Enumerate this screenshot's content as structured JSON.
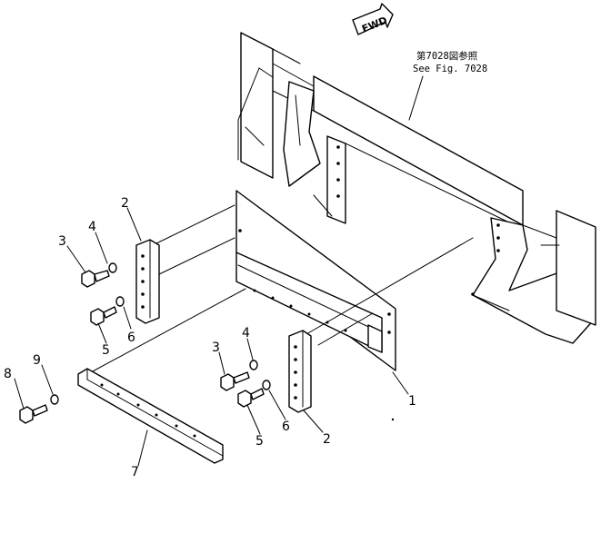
{
  "fwd_label": "FWD",
  "reference": {
    "japanese": "第7028図参照",
    "english": "See Fig. 7028"
  },
  "callouts": {
    "c1": "1",
    "c2a": "2",
    "c2b": "2",
    "c3a": "3",
    "c3b": "3",
    "c4a": "4",
    "c4b": "4",
    "c5a": "5",
    "c5b": "5",
    "c6a": "6",
    "c6b": "6",
    "c7": "7",
    "c8": "8",
    "c9": "9"
  }
}
